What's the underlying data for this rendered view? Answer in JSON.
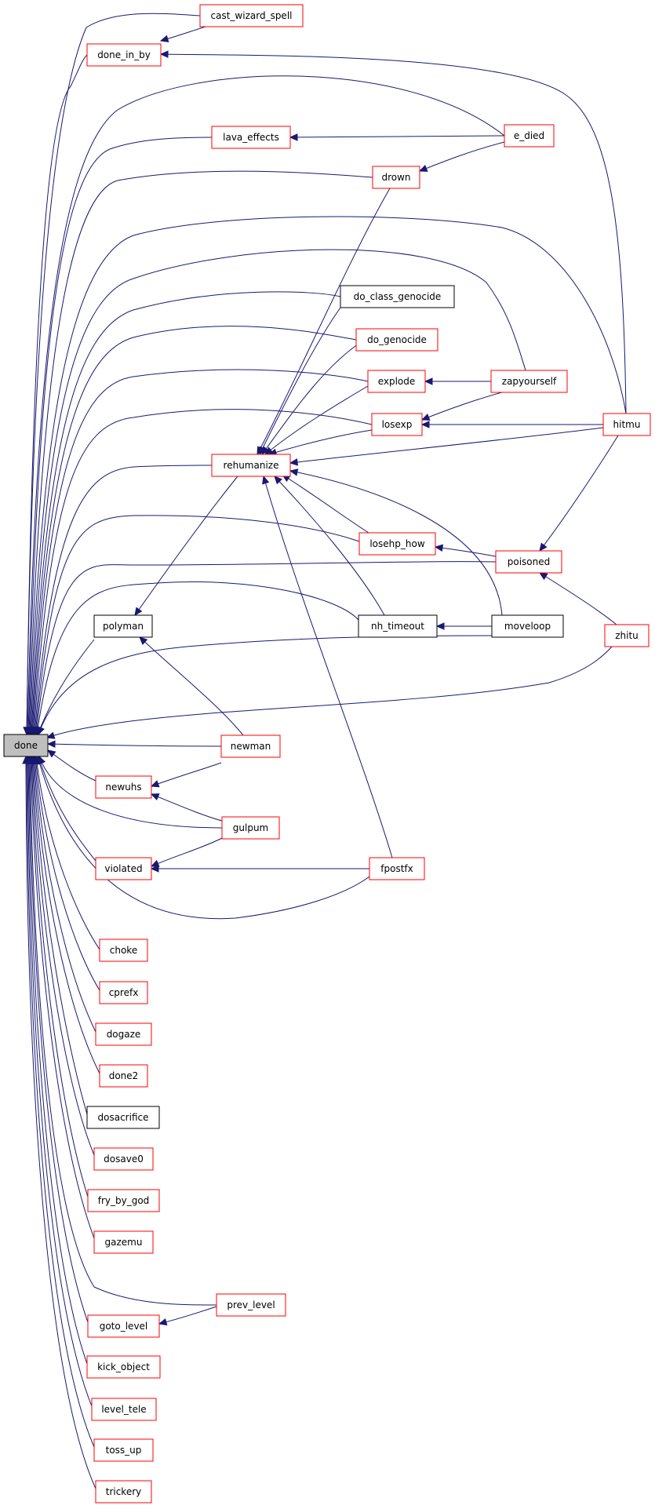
{
  "colors": {
    "edge": "#191970",
    "border_red": "#ff0000",
    "border_black": "#000000",
    "root_fill": "#bfbfbf",
    "node_fill": "#ffffff"
  },
  "root": {
    "label": "done"
  },
  "nodes": {
    "cast_wizard_spell": {
      "label": "cast_wizard_spell",
      "border": "red"
    },
    "done_in_by": {
      "label": "done_in_by",
      "border": "red"
    },
    "lava_effects": {
      "label": "lava_effects",
      "border": "red"
    },
    "e_died": {
      "label": "e_died",
      "border": "red"
    },
    "drown": {
      "label": "drown",
      "border": "red"
    },
    "do_class_genocide": {
      "label": "do_class_genocide",
      "border": "black"
    },
    "do_genocide": {
      "label": "do_genocide",
      "border": "red"
    },
    "explode": {
      "label": "explode",
      "border": "red"
    },
    "zapyourself": {
      "label": "zapyourself",
      "border": "red"
    },
    "losexp": {
      "label": "losexp",
      "border": "red"
    },
    "hitmu": {
      "label": "hitmu",
      "border": "red"
    },
    "rehumanize": {
      "label": "rehumanize",
      "border": "red"
    },
    "losehp_how": {
      "label": "losehp_how",
      "border": "red"
    },
    "poisoned": {
      "label": "poisoned",
      "border": "red"
    },
    "polyman": {
      "label": "polyman",
      "border": "black"
    },
    "nh_timeout": {
      "label": "nh_timeout",
      "border": "black"
    },
    "moveloop": {
      "label": "moveloop",
      "border": "black"
    },
    "zhitu": {
      "label": "zhitu",
      "border": "red"
    },
    "newman": {
      "label": "newman",
      "border": "red"
    },
    "newuhs": {
      "label": "newuhs",
      "border": "red"
    },
    "gulpum": {
      "label": "gulpum",
      "border": "red"
    },
    "violated": {
      "label": "violated",
      "border": "red"
    },
    "fpostfx": {
      "label": "fpostfx",
      "border": "red"
    },
    "choke": {
      "label": "choke",
      "border": "red"
    },
    "cprefx": {
      "label": "cprefx",
      "border": "red"
    },
    "dogaze": {
      "label": "dogaze",
      "border": "red"
    },
    "done2": {
      "label": "done2",
      "border": "red"
    },
    "dosacrifice": {
      "label": "dosacrifice",
      "border": "black"
    },
    "dosave0": {
      "label": "dosave0",
      "border": "red"
    },
    "fry_by_god": {
      "label": "fry_by_god",
      "border": "red"
    },
    "gazemu": {
      "label": "gazemu",
      "border": "red"
    },
    "prev_level": {
      "label": "prev_level",
      "border": "red"
    },
    "goto_level": {
      "label": "goto_level",
      "border": "red"
    },
    "kick_object": {
      "label": "kick_object",
      "border": "red"
    },
    "level_tele": {
      "label": "level_tele",
      "border": "red"
    },
    "toss_up": {
      "label": "toss_up",
      "border": "red"
    },
    "trickery": {
      "label": "trickery",
      "border": "red"
    }
  },
  "edges": [
    [
      "done_in_by",
      "cast_wizard_spell"
    ],
    [
      "done_in_by",
      "hitmu"
    ],
    [
      "lava_effects",
      "e_died"
    ],
    [
      "drown",
      "e_died"
    ],
    [
      "rehumanize",
      "drown"
    ],
    [
      "rehumanize",
      "do_class_genocide"
    ],
    [
      "rehumanize",
      "do_genocide"
    ],
    [
      "rehumanize",
      "explode"
    ],
    [
      "rehumanize",
      "losexp"
    ],
    [
      "rehumanize",
      "hitmu"
    ],
    [
      "rehumanize",
      "losehp_how"
    ],
    [
      "rehumanize",
      "nh_timeout"
    ],
    [
      "rehumanize",
      "moveloop"
    ],
    [
      "rehumanize",
      "fpostfx"
    ],
    [
      "explode",
      "zapyourself"
    ],
    [
      "losexp",
      "zapyourself"
    ],
    [
      "losexp",
      "hitmu"
    ],
    [
      "losehp_how",
      "poisoned"
    ],
    [
      "poisoned",
      "hitmu"
    ],
    [
      "poisoned",
      "zhitu"
    ],
    [
      "polyman",
      "rehumanize"
    ],
    [
      "polyman",
      "newman"
    ],
    [
      "nh_timeout",
      "moveloop"
    ],
    [
      "newuhs",
      "newman"
    ],
    [
      "newuhs",
      "gulpum"
    ],
    [
      "violated",
      "gulpum"
    ],
    [
      "violated",
      "fpostfx"
    ],
    [
      "goto_level",
      "prev_level"
    ],
    [
      "done",
      "cast_wizard_spell"
    ],
    [
      "done",
      "done_in_by"
    ],
    [
      "done",
      "e_died"
    ],
    [
      "done",
      "lava_effects"
    ],
    [
      "done",
      "drown"
    ],
    [
      "done",
      "hitmu"
    ],
    [
      "done",
      "zapyourself"
    ],
    [
      "done",
      "do_class_genocide"
    ],
    [
      "done",
      "do_genocide"
    ],
    [
      "done",
      "explode"
    ],
    [
      "done",
      "losexp"
    ],
    [
      "done",
      "rehumanize"
    ],
    [
      "done",
      "losehp_how"
    ],
    [
      "done",
      "poisoned"
    ],
    [
      "done",
      "nh_timeout"
    ],
    [
      "done",
      "polyman"
    ],
    [
      "done",
      "moveloop"
    ],
    [
      "done",
      "zhitu"
    ],
    [
      "done",
      "newman"
    ],
    [
      "done",
      "newuhs"
    ],
    [
      "done",
      "gulpum"
    ],
    [
      "done",
      "violated"
    ],
    [
      "done",
      "fpostfx"
    ],
    [
      "done",
      "choke"
    ],
    [
      "done",
      "cprefx"
    ],
    [
      "done",
      "dogaze"
    ],
    [
      "done",
      "done2"
    ],
    [
      "done",
      "dosacrifice"
    ],
    [
      "done",
      "dosave0"
    ],
    [
      "done",
      "fry_by_god"
    ],
    [
      "done",
      "gazemu"
    ],
    [
      "done",
      "prev_level"
    ],
    [
      "done",
      "goto_level"
    ],
    [
      "done",
      "kick_object"
    ],
    [
      "done",
      "level_tele"
    ],
    [
      "done",
      "toss_up"
    ],
    [
      "done",
      "trickery"
    ]
  ]
}
